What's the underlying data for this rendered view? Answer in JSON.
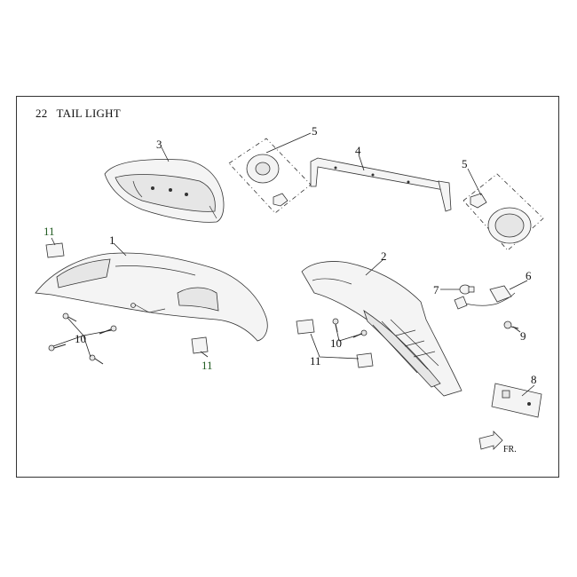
{
  "diagram": {
    "section_number": "22",
    "section_title": "TAIL LIGHT"
  },
  "callouts": {
    "c1": "1",
    "c2": "2",
    "c3": "3",
    "c4": "4",
    "c5a": "5",
    "c5b": "5",
    "c6": "6",
    "c7": "7",
    "c8": "8",
    "c9": "9",
    "c10a": "10",
    "c10b": "10",
    "c11a": "11",
    "c11b": "11",
    "c11c": "11"
  },
  "direction_marker": "FR."
}
